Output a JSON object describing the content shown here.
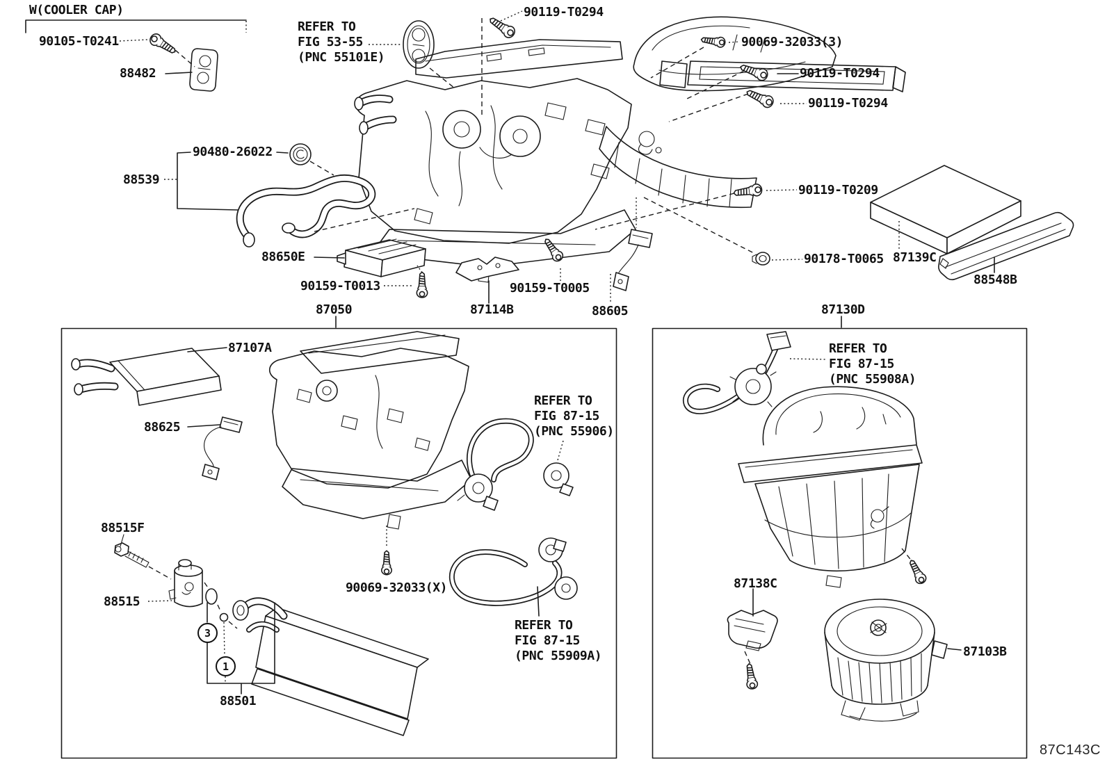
{
  "diagram": {
    "code": "87C143C",
    "cooler_cap_note": "W(COOLER CAP)",
    "callouts": {
      "one": "1",
      "three": "3"
    },
    "part_labels": {
      "p90105_t0241": "90105-T0241",
      "p88482": "88482",
      "p90119_t0294": "90119-T0294",
      "p90069_32033_3": "90069-32033(3)",
      "p90119_t0209": "90119-T0209",
      "p90178_t0065": "90178-T0065",
      "p87139c": "87139C",
      "p88548b": "88548B",
      "p90480_26022": "90480-26022",
      "p88539": "88539",
      "p88650e": "88650E",
      "p90159_t0013": "90159-T0013",
      "p87050": "87050",
      "p87114b": "87114B",
      "p90159_t0005": "90159-T0005",
      "p88605": "88605",
      "p87130d": "87130D",
      "p87107a": "87107A",
      "p88625": "88625",
      "p88515f": "88515F",
      "p88515": "88515",
      "p88501": "88501",
      "p90069_32033_x": "90069-32033(X)",
      "p87138c": "87138C",
      "p87103b": "87103B"
    },
    "notes": {
      "fig5355": {
        "line1": "REFER TO",
        "line2": "FIG 53-55",
        "line3": "(PNC 55101E)"
      },
      "fig8715_55906": {
        "line1": "REFER TO",
        "line2": "FIG 87-15",
        "line3": "(PNC 55906)"
      },
      "fig8715_55909a": {
        "line1": "REFER TO",
        "line2": "FIG 87-15",
        "line3": "(PNC 55909A)"
      },
      "fig8715_55908a": {
        "line1": "REFER TO",
        "line2": "FIG 87-15",
        "line3": "(PNC 55908A)"
      }
    }
  }
}
